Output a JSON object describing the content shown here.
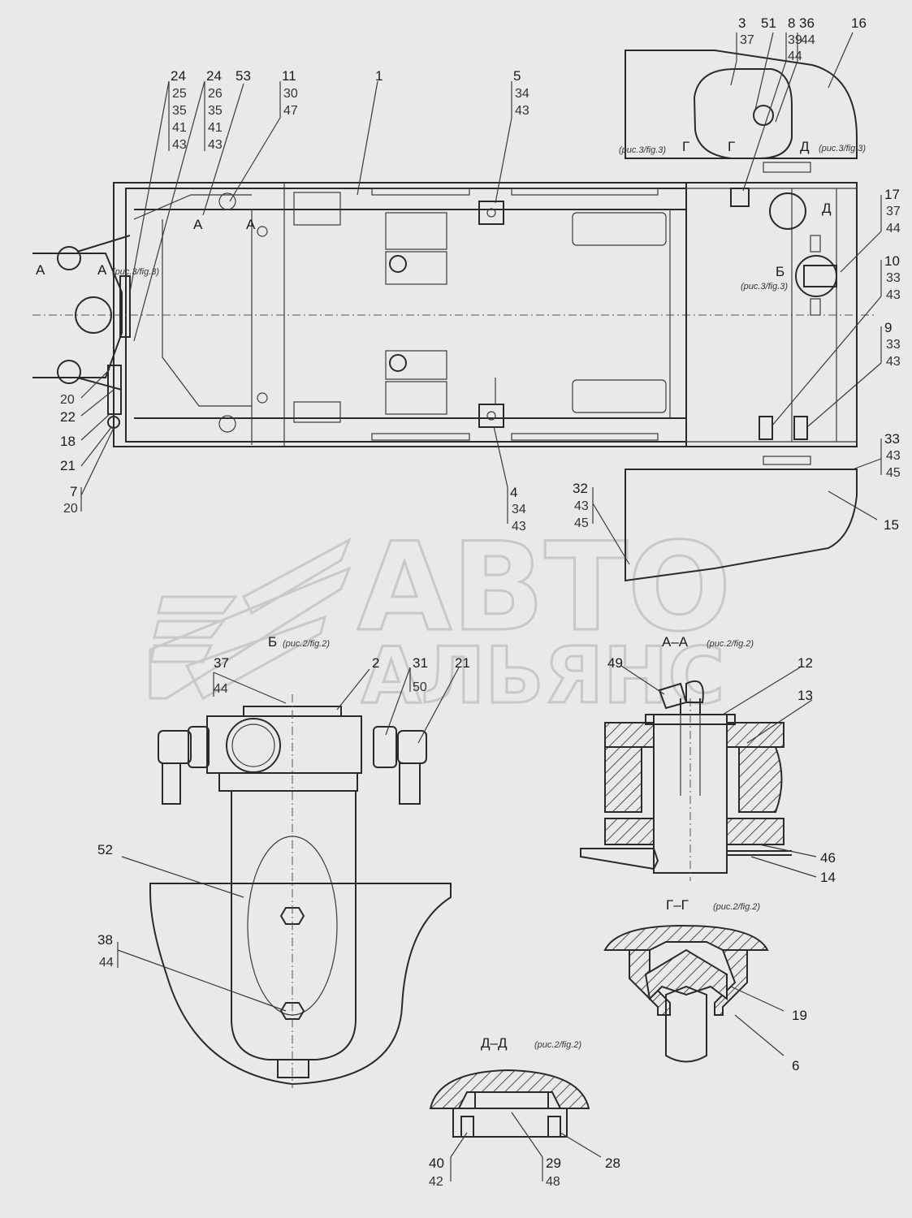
{
  "watermark": {
    "line1": "АВТО",
    "line2": "АЛЬЯНС"
  },
  "main_callouts": {
    "c24a": "24",
    "c25": "25",
    "c35a": "35",
    "c41a": "41",
    "c43a": "43",
    "c24b": "24",
    "c26": "26",
    "c35b": "35",
    "c41b": "41",
    "c43b": "43",
    "c53": "53",
    "c11": "11",
    "c30": "30",
    "c47": "47",
    "c1": "1",
    "c5": "5",
    "c34a": "34",
    "c43c": "43",
    "c3": "3",
    "c37a": "37",
    "c51": "51",
    "c8": "8",
    "c39": "39",
    "c44a": "44",
    "c36": "36",
    "c44b": "44",
    "c16": "16",
    "c17": "17",
    "c37b": "37",
    "c44c": "44",
    "c10": "10",
    "c33a": "33",
    "c43d": "43",
    "c9": "9",
    "c33b": "33",
    "c43e": "43",
    "c33c": "33",
    "c43f": "43",
    "c45a": "45",
    "c15": "15",
    "c32": "32",
    "c43g": "43",
    "c45b": "45",
    "c4": "4",
    "c34b": "34",
    "c43h": "43",
    "c20a": "20",
    "c22": "22",
    "c18": "18",
    "c21a": "21",
    "c7": "7",
    "c20b": "20"
  },
  "section_letters": {
    "a_left": "А",
    "a_right": "А",
    "a_top1": "А",
    "a_top2": "А",
    "g_left": "Г",
    "g_right": "Г",
    "d_right": "Д",
    "d_mid": "Д",
    "b_mark": "Б"
  },
  "refs": {
    "fig3_a": "(рис.3/fig.3)",
    "fig3_g": "(рис.3/fig.3)",
    "fig3_d": "(рис.3/fig.3)",
    "fig3_b": "(рис.3/fig.3)"
  },
  "view_b": {
    "title": "Б",
    "ref": "(рис.2/fig.2)",
    "c37": "37",
    "c44": "44",
    "c2": "2",
    "c31": "31",
    "c50": "50",
    "c21": "21",
    "c52": "52",
    "c38": "38",
    "c44b": "44"
  },
  "section_aa": {
    "title": "А–А",
    "ref": "(рис.2/fig.2)",
    "c49": "49",
    "c12": "12",
    "c13": "13",
    "c46": "46",
    "c14": "14"
  },
  "section_gg": {
    "title": "Г–Г",
    "ref": "(рис.2/fig.2)",
    "c19": "19",
    "c6": "6"
  },
  "section_dd": {
    "title": "Д–Д",
    "ref": "(рис.2/fig.2)",
    "c40": "40",
    "c42": "42",
    "c29": "29",
    "c48": "48",
    "c28": "28"
  }
}
